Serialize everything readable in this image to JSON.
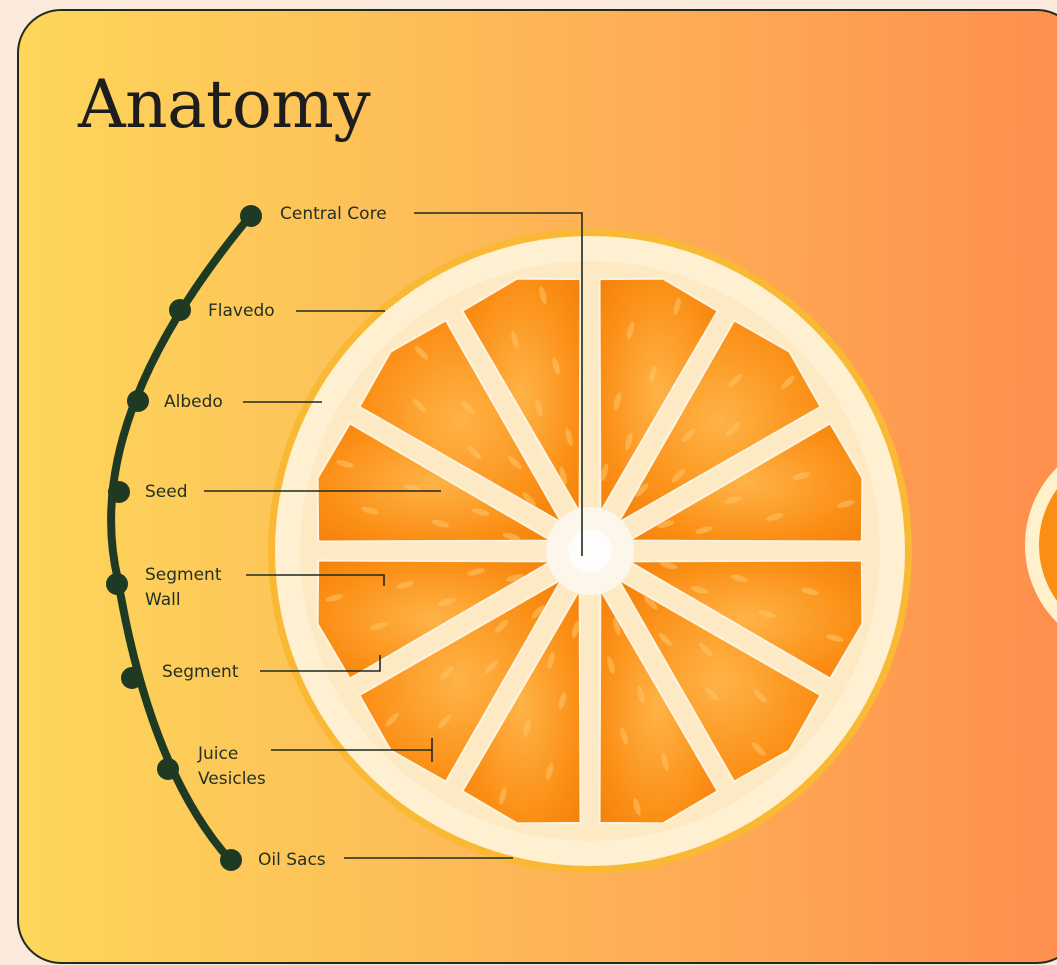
{
  "title": "Anatomy",
  "labels": {
    "central_core": "Central Core",
    "flavedo": "Flavedo",
    "albedo": "Albedo",
    "seed": "Seed",
    "segment_wall_line1": "Segment",
    "segment_wall_line2": "Wall",
    "segment": "Segment",
    "juice_vesicles_line1": "Juice",
    "juice_vesicles_line2": "Vesicles",
    "oil_sacs": "Oil Sacs"
  },
  "colors": {
    "card_gradient_start": "#fdd65a",
    "card_gradient_end": "#fe8d4c",
    "arc_and_dots": "#1f3a22",
    "pith": "#fdf1d8",
    "segment": "#fb8a12"
  }
}
